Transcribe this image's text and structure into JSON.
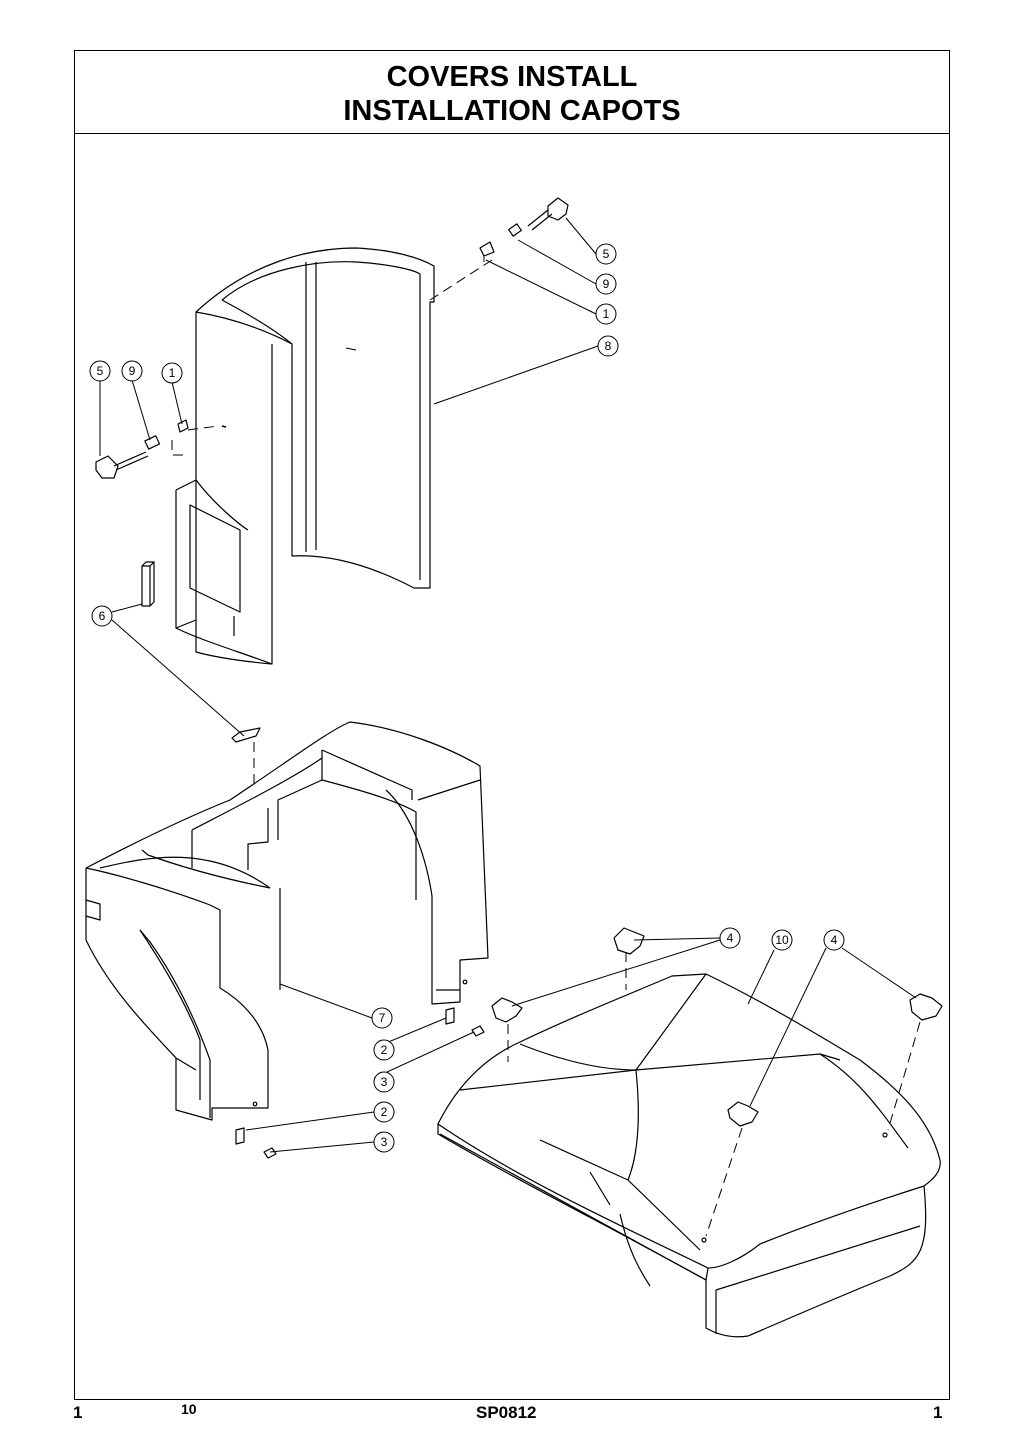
{
  "header": {
    "title_en": "COVERS INSTALL",
    "title_fr": "INSTALLATION CAPOTS"
  },
  "callouts": {
    "c5_top": "5",
    "c9_top": "9",
    "c1_top": "1",
    "c8": "8",
    "c5_left": "5",
    "c9_left": "9",
    "c1_left": "1",
    "c6": "6",
    "c7": "7",
    "c2_upper": "2",
    "c3_upper": "3",
    "c2_lower": "2",
    "c3_lower": "3",
    "c4_left": "4",
    "c10": "10",
    "c4_right": "4"
  },
  "footer": {
    "left_number": "1",
    "sheet": "10",
    "code": "SP0812",
    "right_number": "1"
  }
}
